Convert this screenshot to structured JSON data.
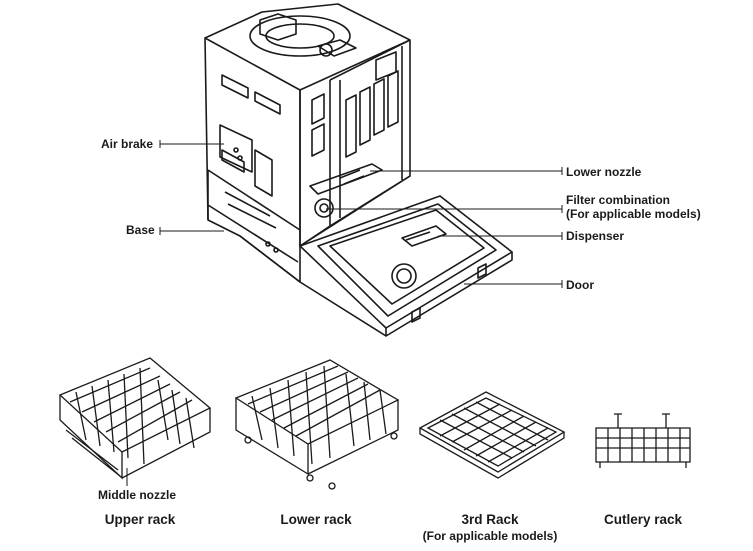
{
  "callouts": {
    "air_brake": "Air brake",
    "base": "Base",
    "lower_nozzle": "Lower nozzle",
    "filter_combination": "Filter combination",
    "filter_combination_note": "(For applicable models)",
    "dispenser": "Dispenser",
    "door": "Door",
    "middle_nozzle": "Middle nozzle"
  },
  "racks": [
    {
      "label": "Upper rack",
      "note": ""
    },
    {
      "label": "Lower rack",
      "note": ""
    },
    {
      "label": "3rd Rack",
      "note": "(For applicable models)"
    },
    {
      "label": "Cutlery rack",
      "note": ""
    }
  ],
  "icons": {
    "dishwasher": "dishwasher-line-drawing",
    "upper_rack": "upper-rack-drawing",
    "lower_rack": "lower-rack-drawing",
    "third_rack": "third-rack-drawing",
    "cutlery_rack": "cutlery-basket-drawing"
  },
  "colors": {
    "line": "#1a1a1a",
    "background": "#ffffff"
  }
}
